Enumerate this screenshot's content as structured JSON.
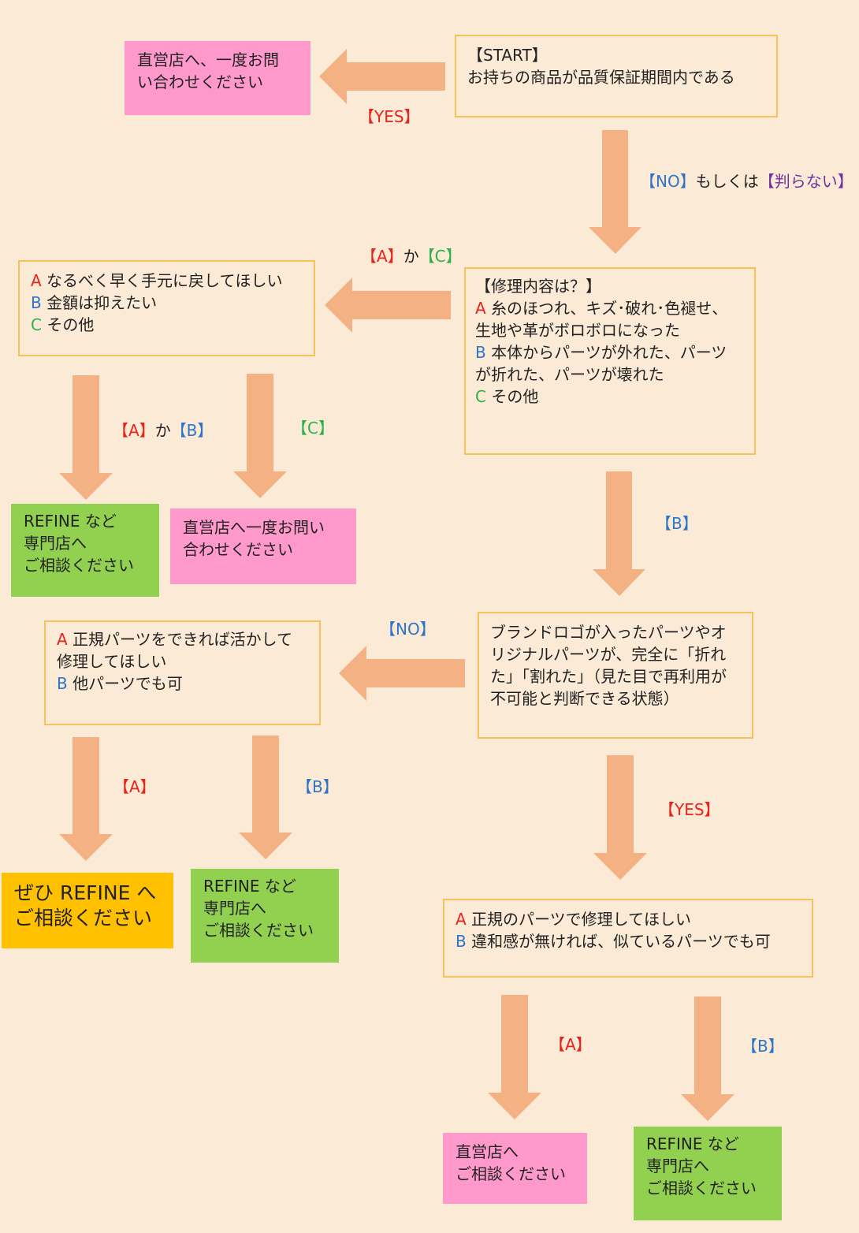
{
  "colors": {
    "background": "#fbebd6",
    "arrow": "#f4b183",
    "box_border": "#f7c25a",
    "pink": "#ff99cc",
    "green": "#92d050",
    "gold": "#ffc000",
    "red": "#e8231b",
    "blue": "#2e74c9",
    "green_text": "#2bb34a",
    "purple": "#7030a0"
  },
  "start": {
    "line1": "【START】",
    "line2": "お持ちの商品が品質保証期間内である"
  },
  "result_top": {
    "line1": "直営店へ、一度お問",
    "line2": "い合わせください"
  },
  "label_yes_1": "【YES】",
  "label_no_unknown": {
    "no": "【NO】",
    "mid": "もしくは",
    "unknown": "【判らない】"
  },
  "repair": {
    "title": "【修理内容は？】",
    "a_key": "A",
    "a_line1": " 糸のほつれ、キズ･破れ･色褪せ、",
    "a_line2": "生地や革がボロボロになった",
    "b_key": "B",
    "b_line1": " 本体からパーツが外れた、パーツ",
    "b_line2": "が折れた、パーツが壊れた",
    "c_key": "C",
    "c_text": " その他"
  },
  "label_a_or_c": {
    "a": "【A】",
    "mid": "か",
    "c": "【C】"
  },
  "speed": {
    "a_key": "A",
    "a_text": " なるべく早く手元に戻してほしい",
    "b_key": "B",
    "b_text": " 金額は抑えたい",
    "c_key": "C",
    "c_text": " その他"
  },
  "label_a_or_b": {
    "a": "【A】",
    "mid": "か",
    "b": "【B】"
  },
  "label_c": "【C】",
  "result_refine_1": {
    "line1": "REFINE など",
    "line2": "専門店へ",
    "line3": "ご相談ください"
  },
  "result_direct_2": {
    "line1": "直営店へ一度お問い",
    "line2": "合わせください"
  },
  "label_b_1": "【B】",
  "brand": {
    "line1": "ブランドロゴが入ったパーツやオ",
    "line2": "リジナルパーツが、完全に「折れ",
    "line3": "た」「割れた」（見た目で再利用が",
    "line4": "不可能と判断できる状態）"
  },
  "label_no_2": "【NO】",
  "regular": {
    "a_key": "A",
    "a_line1": " 正規パーツをできれば活かして",
    "a_line2": "修理してほしい",
    "b_key": "B",
    "b_text": " 他パーツでも可"
  },
  "label_a_2": "【A】",
  "label_b_2": "【B】",
  "result_refine_gold": {
    "line1": "ぜひ REFINE へ",
    "line2": "ご相談ください"
  },
  "result_refine_2": {
    "line1": "REFINE など",
    "line2": "専門店へ",
    "line3": "ご相談ください"
  },
  "label_yes_2": "【YES】",
  "parts": {
    "a_key": "A",
    "a_text": " 正規のパーツで修理してほしい",
    "b_key": "B",
    "b_text": " 違和感が無ければ、似ているパーツでも可"
  },
  "label_a_3": "【A】",
  "label_b_3": "【B】",
  "result_direct_3": {
    "line1": "直営店へ",
    "line2": "ご相談ください"
  },
  "result_refine_3": {
    "line1": "REFINE など",
    "line2": "専門店へ",
    "line3": "ご相談ください"
  }
}
